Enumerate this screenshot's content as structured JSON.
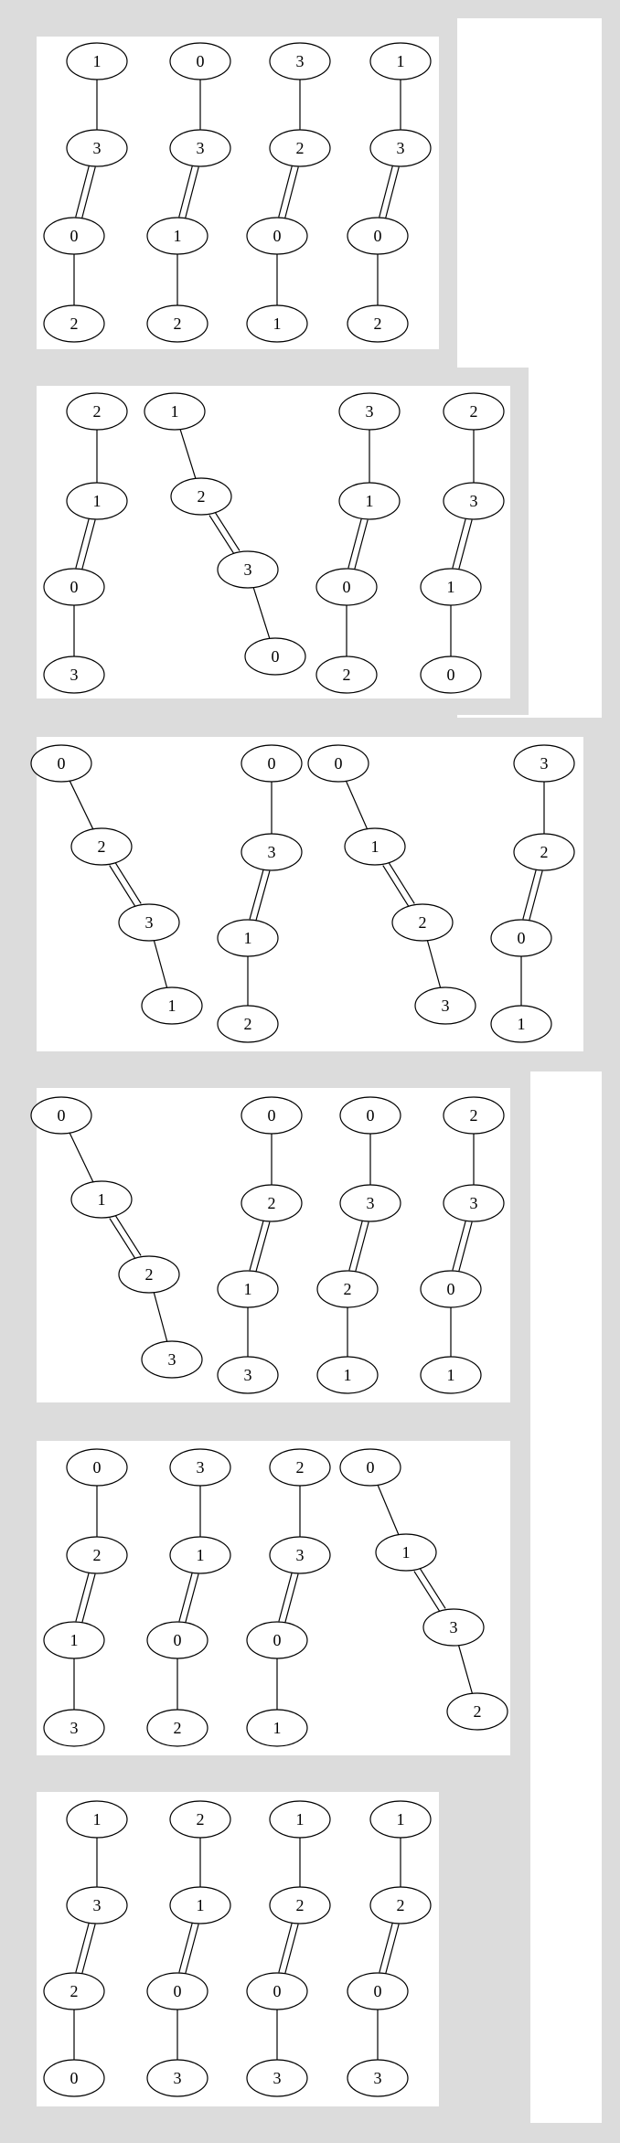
{
  "panels": [
    {
      "graphs": [
        {
          "path": [
            "1",
            "3",
            "0",
            "2"
          ],
          "double_edge_index": 1
        },
        {
          "path": [
            "0",
            "3",
            "1",
            "2"
          ],
          "double_edge_index": 1
        },
        {
          "path": [
            "3",
            "2",
            "0",
            "1"
          ],
          "double_edge_index": 1
        },
        {
          "path": [
            "1",
            "3",
            "0",
            "2"
          ],
          "double_edge_index": 1
        }
      ]
    },
    {
      "graphs": [
        {
          "path": [
            "2",
            "1",
            "0",
            "3"
          ],
          "double_edge_index": 1
        },
        {
          "path": [
            "1",
            "2",
            "3",
            "0"
          ],
          "double_edge_index": 1
        },
        {
          "path": [
            "3",
            "1",
            "0",
            "2"
          ],
          "double_edge_index": 1
        },
        {
          "path": [
            "2",
            "3",
            "1",
            "0"
          ],
          "double_edge_index": 1
        }
      ]
    },
    {
      "graphs": [
        {
          "path": [
            "0",
            "2",
            "3",
            "1"
          ],
          "double_edge_index": 1
        },
        {
          "path": [
            "0",
            "3",
            "1",
            "2"
          ],
          "double_edge_index": 1
        },
        {
          "path": [
            "0",
            "1",
            "2",
            "3"
          ],
          "double_edge_index": 1
        },
        {
          "path": [
            "3",
            "2",
            "0",
            "1"
          ],
          "double_edge_index": 1
        }
      ]
    },
    {
      "graphs": [
        {
          "path": [
            "0",
            "1",
            "2",
            "3"
          ],
          "double_edge_index": 1
        },
        {
          "path": [
            "0",
            "2",
            "1",
            "3"
          ],
          "double_edge_index": 1
        },
        {
          "path": [
            "0",
            "3",
            "2",
            "1"
          ],
          "double_edge_index": 1
        },
        {
          "path": [
            "2",
            "3",
            "0",
            "1"
          ],
          "double_edge_index": 1
        }
      ]
    },
    {
      "graphs": [
        {
          "path": [
            "0",
            "2",
            "1",
            "3"
          ],
          "double_edge_index": 1
        },
        {
          "path": [
            "3",
            "1",
            "0",
            "2"
          ],
          "double_edge_index": 1
        },
        {
          "path": [
            "2",
            "3",
            "0",
            "1"
          ],
          "double_edge_index": 1
        },
        {
          "path": [
            "0",
            "1",
            "3",
            "2"
          ],
          "double_edge_index": 1
        }
      ]
    },
    {
      "graphs": [
        {
          "path": [
            "1",
            "3",
            "2",
            "0"
          ],
          "double_edge_index": 1
        },
        {
          "path": [
            "2",
            "1",
            "0",
            "3"
          ],
          "double_edge_index": 1
        },
        {
          "path": [
            "1",
            "2",
            "0",
            "3"
          ],
          "double_edge_index": 1
        },
        {
          "path": [
            "1",
            "2",
            "0",
            "3"
          ],
          "double_edge_index": 1
        }
      ]
    }
  ]
}
